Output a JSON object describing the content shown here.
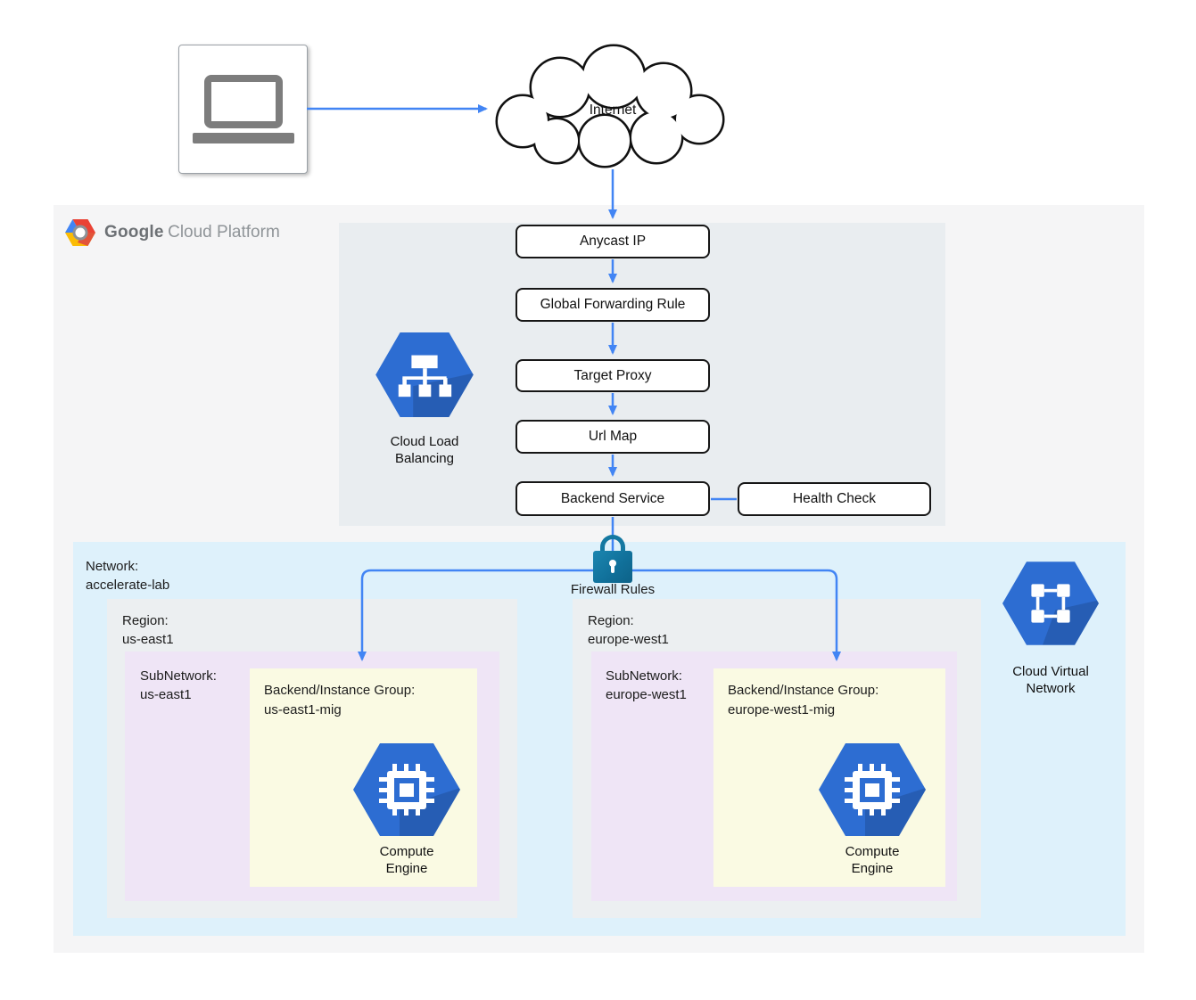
{
  "logo": {
    "google": "Google",
    "cloud_platform": "Cloud Platform"
  },
  "nodes": {
    "internet": "Internet",
    "anycast": "Anycast IP",
    "forwarding_rule": "Global Forwarding Rule",
    "target_proxy": "Target Proxy",
    "url_map": "Url Map",
    "backend_service": "Backend Service",
    "health_check": "Health Check",
    "load_balancing": "Cloud Load Balancing",
    "firewall": "Firewall Rules",
    "virtual_network": "Cloud Virtual Network"
  },
  "network": {
    "label": "Network:",
    "name": "accelerate-lab",
    "regions": [
      {
        "label": "Region:",
        "name": "us-east1",
        "subnetwork_label": "SubNetwork:",
        "subnetwork_name": "us-east1",
        "group_label": "Backend/Instance Group:",
        "group_name": "us-east1-mig",
        "compute_label": "Compute Engine"
      },
      {
        "label": "Region:",
        "name": "europe-west1",
        "subnetwork_label": "SubNetwork:",
        "subnetwork_name": "europe-west1",
        "group_label": "Backend/Instance Group:",
        "group_name": "europe-west1-mig",
        "compute_label": "Compute Engine"
      }
    ]
  },
  "icons": {
    "client": "laptop-icon",
    "internet": "cloud-outline-icon",
    "load_balancing": "load-balancer-hexagon-icon",
    "firewall": "padlock-icon",
    "compute_engine": "cpu-chip-hexagon-icon",
    "virtual_network": "network-nodes-hexagon-icon",
    "gcp_logo": "gcp-hexagon-logo-icon"
  },
  "colors": {
    "arrow_blue": "#4285F4",
    "hexagon_blue": "#2D6DD2",
    "hexagon_shadow": "#275FB4",
    "lock_teal": "#11719B",
    "platform_bg": "#F5F5F6",
    "flow_region_bg": "#E9EDF0",
    "network_bg": "#DEF1FB",
    "region_bg": "#ECEFF1",
    "subnetwork_bg": "#EFE5F6",
    "instance_group_bg": "#FAFAE3",
    "logo_red": "#EA4335",
    "logo_yellow": "#FBBC05",
    "logo_blue": "#4285F4"
  }
}
